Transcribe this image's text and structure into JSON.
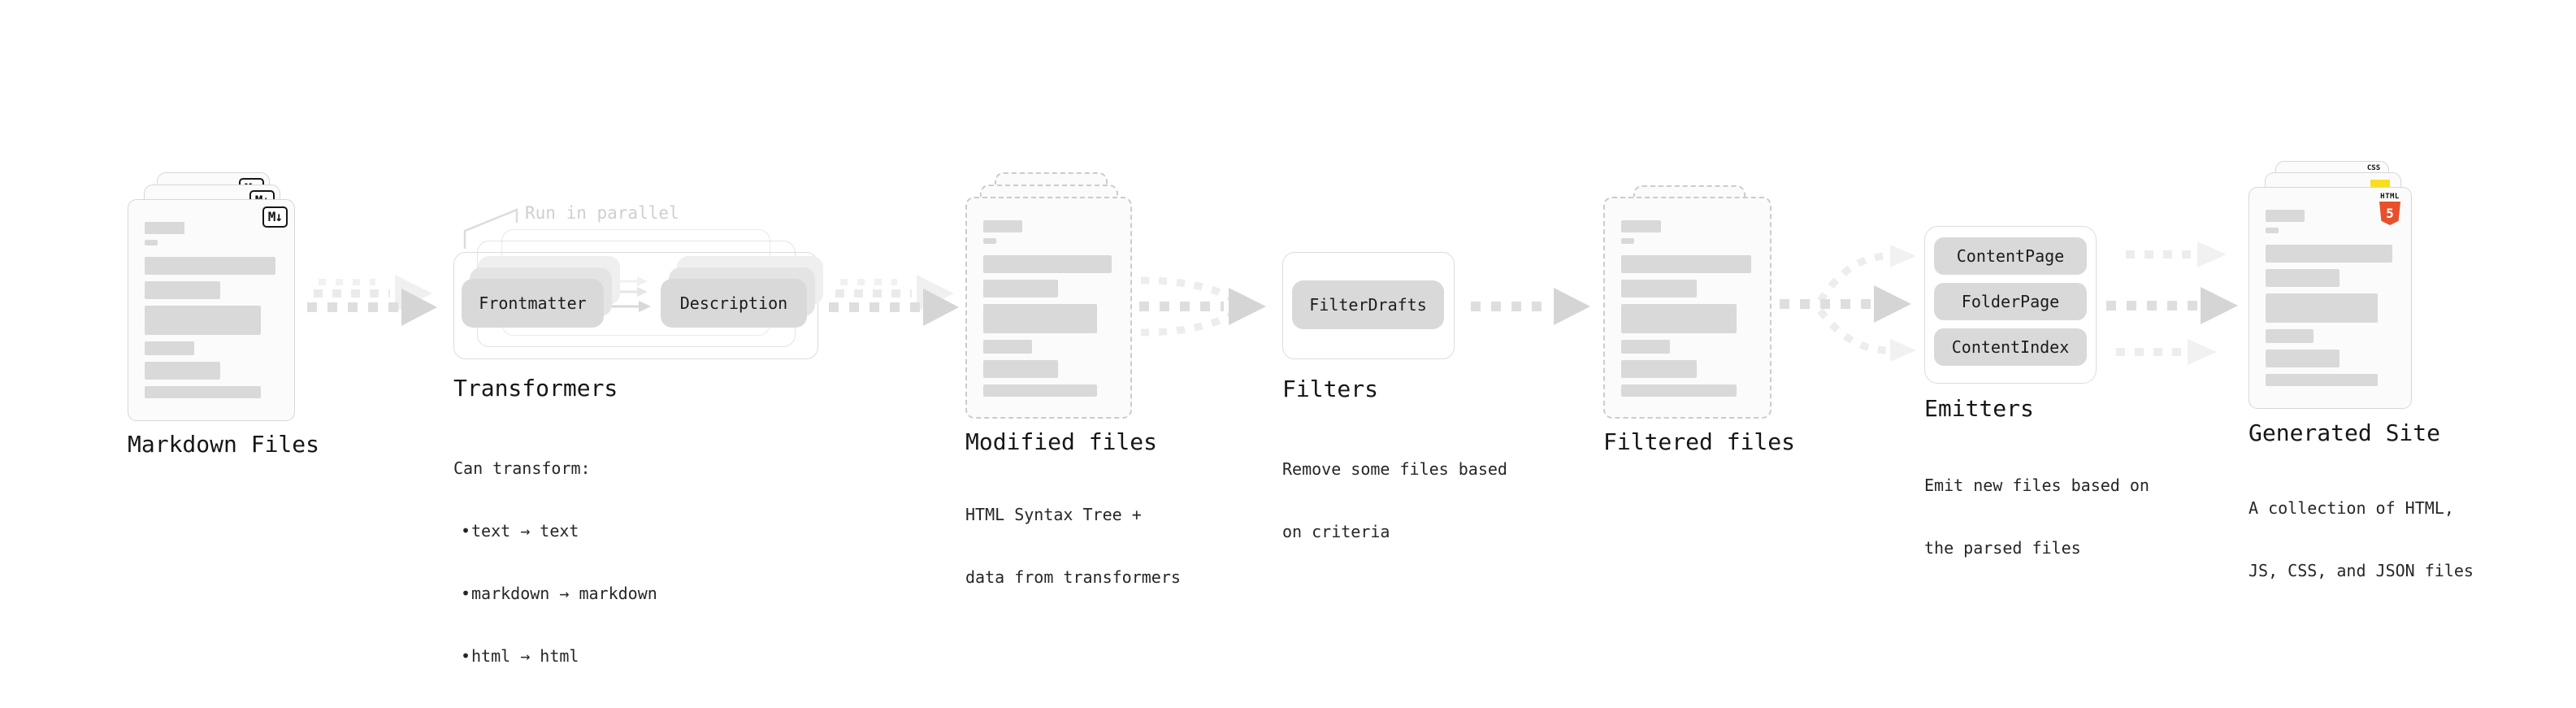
{
  "markdown_files": {
    "label": "Markdown Files",
    "badge": "M↓"
  },
  "transformers": {
    "label": "Transformers",
    "annotation": "Run in parallel",
    "chips": [
      "Frontmatter",
      "Description"
    ],
    "desc_title": "Can transform:",
    "bullet_char": "•",
    "bullets": [
      "text → text",
      "markdown → markdown",
      "html → html"
    ]
  },
  "modified_files": {
    "label": "Modified files",
    "desc": [
      "HTML Syntax Tree +",
      "data from transformers"
    ]
  },
  "filters": {
    "label": "Filters",
    "chip": "FilterDrafts",
    "desc": [
      "Remove some files based",
      "on criteria"
    ]
  },
  "filtered_files": {
    "label": "Filtered files"
  },
  "emitters": {
    "label": "Emitters",
    "chips": [
      "ContentPage",
      "FolderPage",
      "ContentIndex"
    ],
    "desc": [
      "Emit new files based on",
      "the parsed files"
    ]
  },
  "generated_site": {
    "label": "Generated Site",
    "desc": [
      "A collection of HTML,",
      "JS, CSS, and JSON files"
    ],
    "badges": {
      "css": "CSS",
      "html": "HTML",
      "html_version": "5"
    }
  },
  "colors": {
    "chip_gray": "#d9d9d9",
    "skeleton_gray": "#d9d9d9",
    "arrow_gray": "#d5d5d5",
    "arrow_ghost": "#ededed",
    "annotation_gray": "#cfcfcf",
    "text": "#161616",
    "js_yellow": "#f7df1e",
    "css_blue": "#2965f1",
    "html_orange": "#e8502b"
  }
}
